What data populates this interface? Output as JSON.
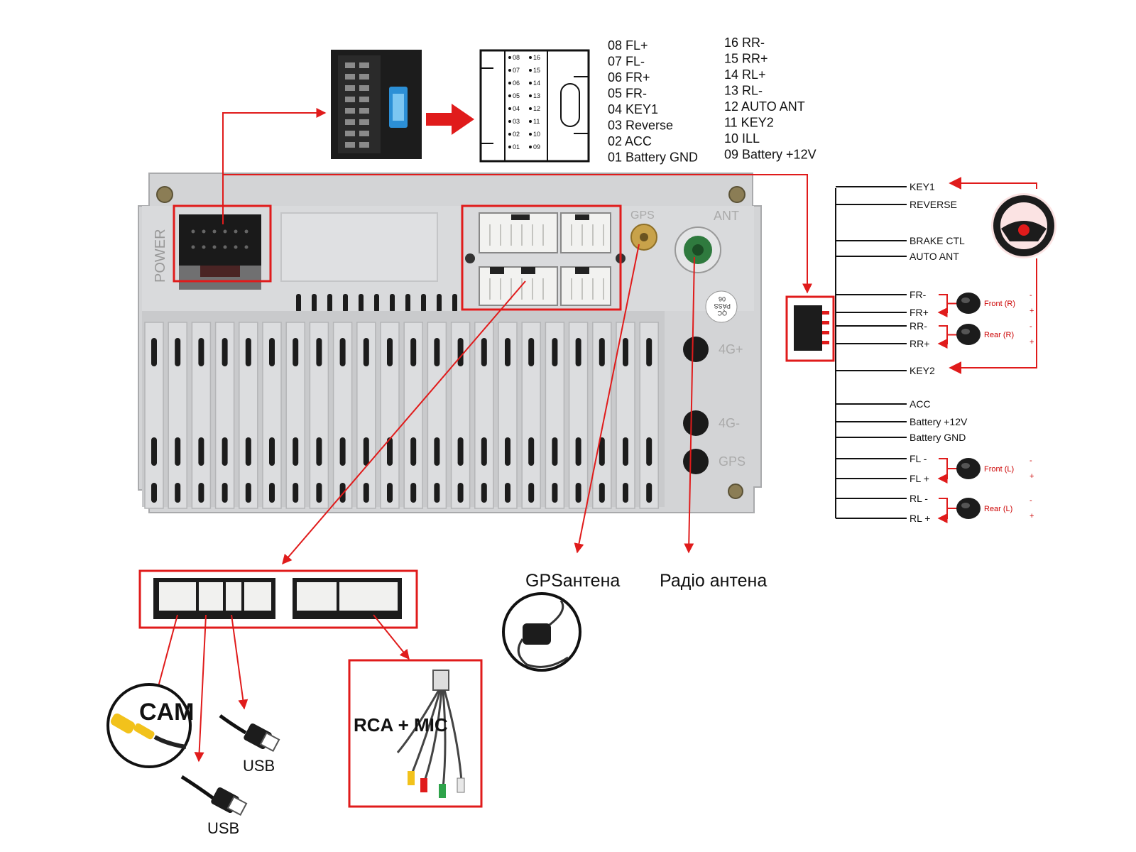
{
  "pin_labels": {
    "left": [
      "08 FL+",
      "07 FL-",
      "06 FR+",
      "05 FR-",
      "04 KEY1",
      "03 Reverse",
      "02 ACC",
      "01 Battery GND"
    ],
    "right": [
      "16 RR-",
      "15 RR+",
      "14 RL+",
      "13 RL-",
      "12 AUTO ANT",
      "11 KEY2",
      "10 ILL",
      "09 Battery +12V"
    ]
  },
  "connector_pin_numbers": {
    "left": [
      "08",
      "07",
      "06",
      "05",
      "04",
      "03",
      "02",
      "01"
    ],
    "right": [
      "16",
      "15",
      "14",
      "13",
      "12",
      "11",
      "10",
      "09"
    ]
  },
  "head_unit_labels": {
    "power": "POWER",
    "gps_port": "GPS",
    "ant_port": "ANT",
    "port_4g_plus": "4G+",
    "port_4g_minus": "4G-",
    "port_gps": "GPS",
    "qc_line1": "QC",
    "qc_line2": "PASS",
    "qc_line3": "06"
  },
  "wire_labels": [
    "KEY1",
    "REVERSE",
    "BRAKE CTL",
    "AUTO ANT",
    "FR-",
    "FR+",
    "RR-",
    "RR+",
    "KEY2",
    "ACC",
    "Battery +12V",
    "Battery GND",
    "FL -",
    "FL +",
    "RL -",
    "RL +"
  ],
  "speakers": {
    "front_right": "Front (R)",
    "rear_right": "Rear (R)",
    "front_left": "Front (L)",
    "rear_left": "Rear (L)",
    "minus": "-",
    "plus": "+"
  },
  "captions": {
    "gps_antenna": "GPSантена",
    "radio_antenna": "Радіо антена",
    "cam": "CAM",
    "usb_1": "USB",
    "usb_2": "USB",
    "rca_mic": "RCA + MIC"
  },
  "colors": {
    "accent_red": "#e01b1b",
    "unit_gray": "#d3d4d6",
    "connector_black": "#1c1c1c",
    "antenna_green": "#2f7a3e",
    "rca_yellow": "#f2c21b"
  }
}
